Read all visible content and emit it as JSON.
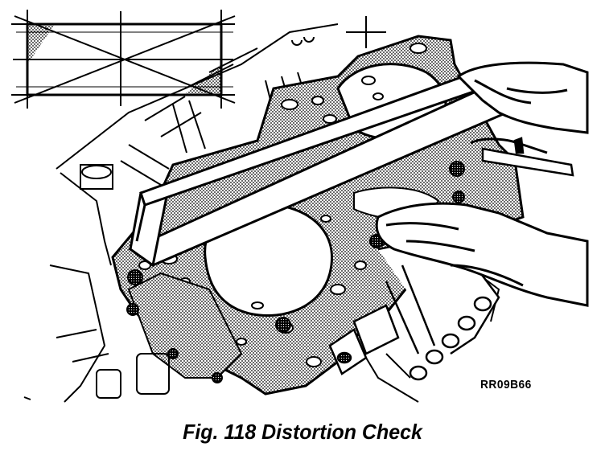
{
  "figure": {
    "caption": "Fig. 118 Distortion Check",
    "reference_code": "RR09B66",
    "illustration_icon": "cylinder-head-gasket-surface-straightedge-feeler-gauge",
    "inset_icon": "flatness-check-pattern",
    "ink_color": "#000000",
    "paper_color": "#ffffff"
  }
}
